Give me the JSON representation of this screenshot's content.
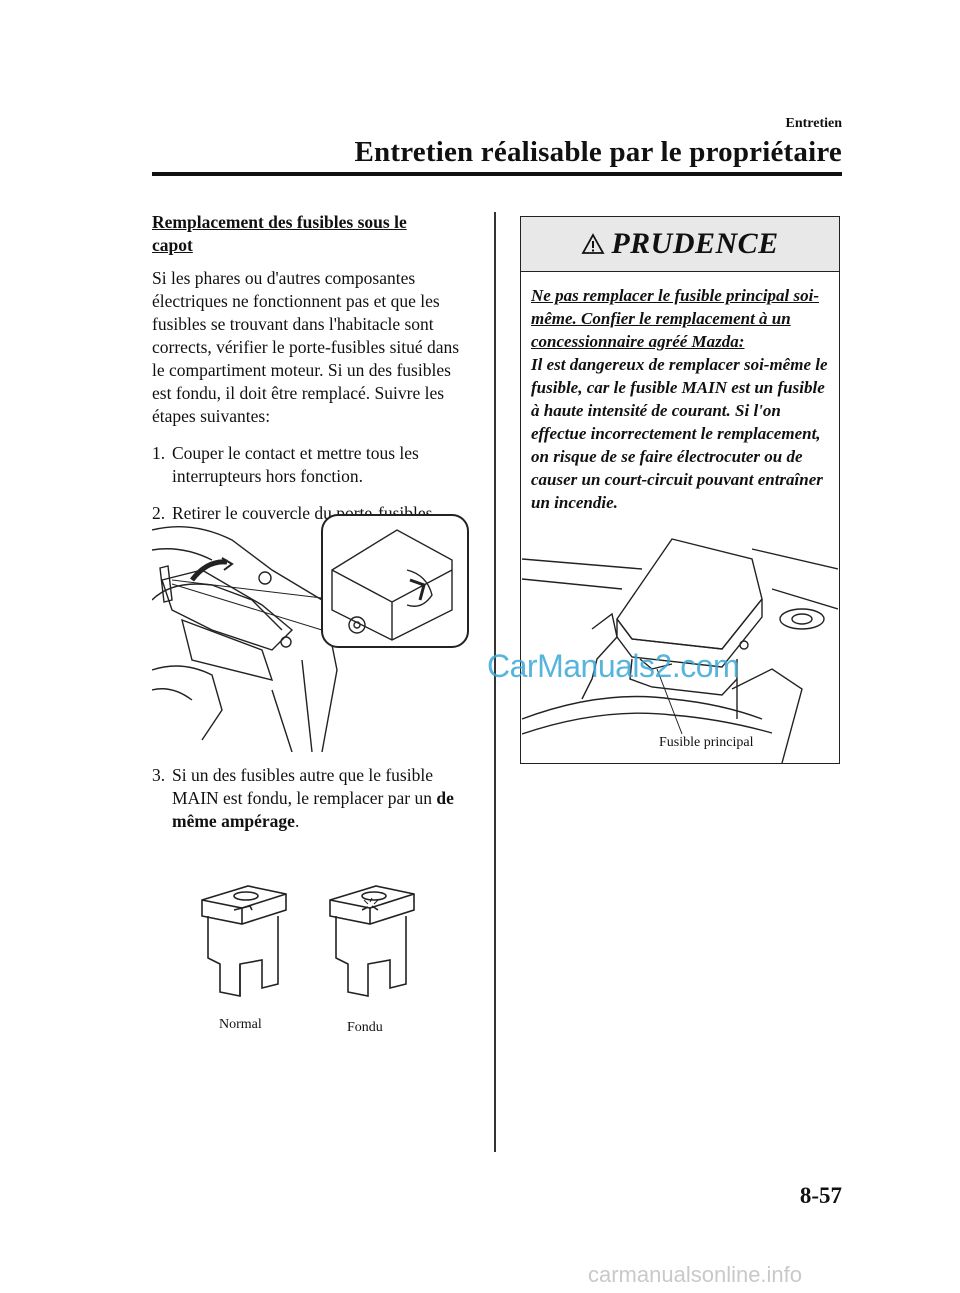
{
  "header": {
    "section": "Entretien",
    "title": "Entretien réalisable par le propriétaire"
  },
  "left": {
    "subheading": "Remplacement des fusibles sous le capot",
    "intro": "Si les phares ou d'autres composantes électriques ne fonctionnent pas et que les fusibles se trouvant dans l'habitacle sont corrects, vérifier le porte-fusibles situé dans le compartiment moteur. Si un des fusibles est fondu, il doit être remplacé. Suivre les étapes suivantes:",
    "steps": [
      {
        "num": "1.",
        "text": "Couper le contact et mettre tous les interrupteurs hors fonction."
      },
      {
        "num": "2.",
        "text": "Retirer le couvercle du porte-fusibles."
      },
      {
        "num": "3.",
        "text_before": "Si un des fusibles autre que le fusible MAIN est fondu, le remplacer par un",
        "text_bold": "de même ampérage",
        "text_after": "."
      }
    ],
    "fuse_labels": {
      "normal": "Normal",
      "blown": "Fondu"
    }
  },
  "caution": {
    "title": "PRUDENCE",
    "lead": "Ne pas remplacer le fusible principal soi-même. Confier le remplacement à un concessionnaire agréé Mazda:",
    "body": "Il est dangereux de remplacer soi-même le fusible, car le fusible MAIN est un fusible à haute intensité de courant. Si l'on effectue incorrectement le remplacement, on risque de se faire électrocuter ou de causer un court-circuit pouvant entraîner un incendie.",
    "figure_label": "Fusible principal"
  },
  "watermark": "CarManuals2.com",
  "page_number": "8-57",
  "footer_site": "carmanualsonline.info"
}
